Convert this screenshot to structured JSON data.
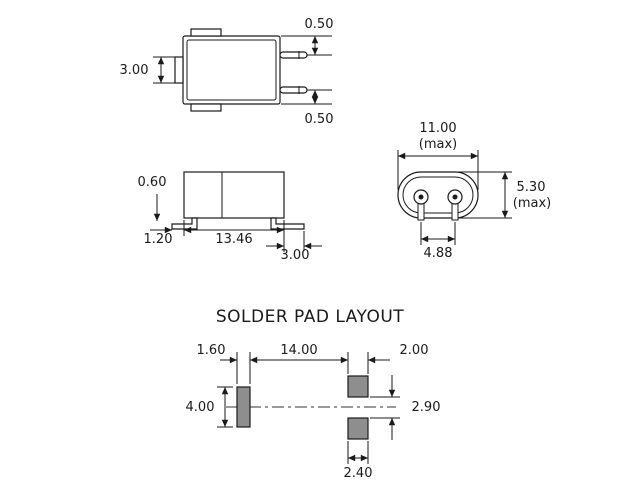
{
  "title": "SOLDER PAD LAYOUT",
  "colors": {
    "line": "#1a1a1a",
    "pad-fill": "#8e8e8e",
    "bg": "#ffffff"
  },
  "top_view": {
    "tab_height": "3.00",
    "pin_offset_top": "0.50",
    "pin_offset_bottom": "0.50"
  },
  "side_view": {
    "lead_thickness": "0.60",
    "lead_left_length": "1.20",
    "body_length": "13.46",
    "lead_right_length": "3.00"
  },
  "end_view": {
    "width": "11.00",
    "width_qualifier": "(max)",
    "height": "5.30",
    "height_qualifier": "(max)",
    "pin_spacing": "4.88"
  },
  "pad_layout": {
    "left_pad_width": "1.60",
    "pad_separation": "14.00",
    "right_pad_width": "2.00",
    "left_pad_height": "4.00",
    "right_pad_gap": "2.90",
    "bottom_pad_width": "2.40"
  }
}
